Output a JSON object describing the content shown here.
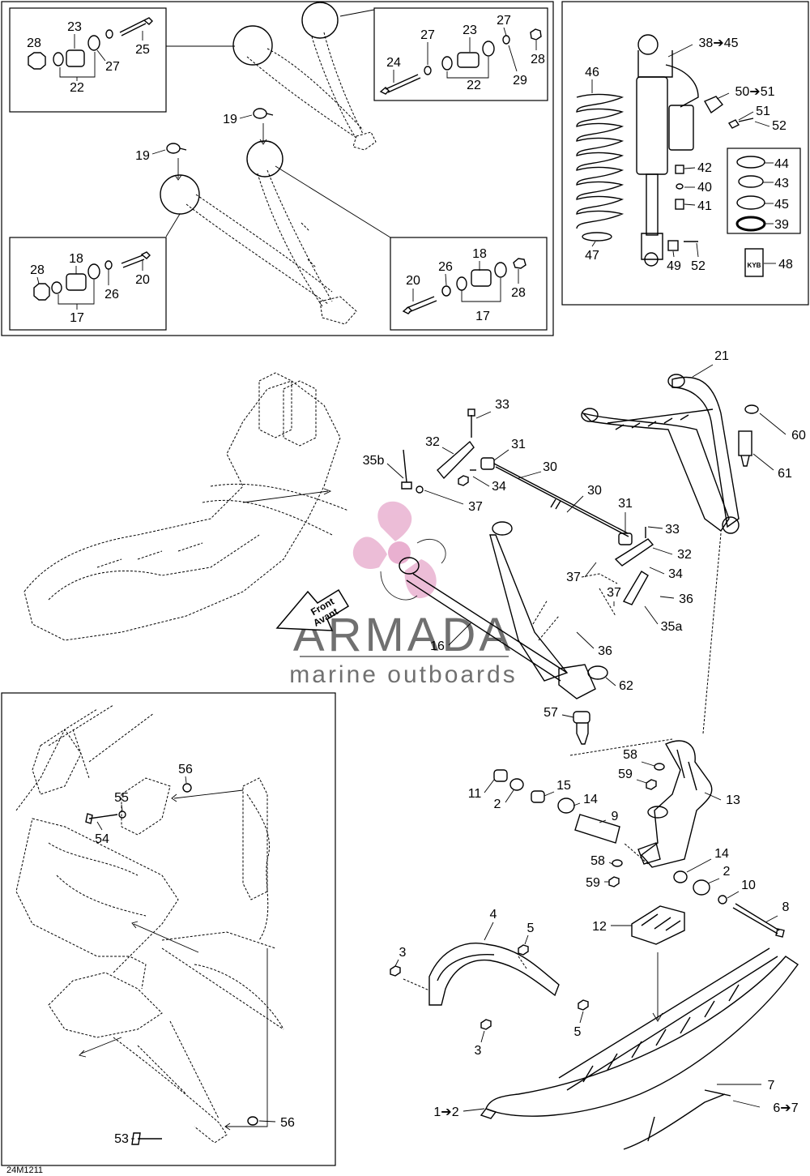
{
  "diagram_code": "24M1211",
  "watermark": {
    "brand": "ARMADA",
    "tagline": "marine outboards",
    "logo_color": "#e6a3c8",
    "text_color": "#3a3a3a"
  },
  "direction_arrow": {
    "line1": "Front",
    "line2": "Avant"
  },
  "callouts": {
    "tl_28": "28",
    "tl_23": "23",
    "tl_27": "27",
    "tl_25": "25",
    "tl_22": "22",
    "tr_27a": "27",
    "tr_23": "23",
    "tr_27b": "27",
    "tr_24": "24",
    "tr_28": "28",
    "tr_22": "22",
    "tr_29": "29",
    "c19a": "19",
    "c19b": "19",
    "bl_28": "28",
    "bl_18": "18",
    "bl_26": "26",
    "bl_20": "20",
    "bl_17": "17",
    "br_18": "18",
    "br_20": "20",
    "br_26": "26",
    "br_28": "28",
    "br_17": "17",
    "s38": "38➔45",
    "s46": "46",
    "s50": "50➔51",
    "s51": "51",
    "s52a": "52",
    "s44": "44",
    "s43": "43",
    "s45": "45",
    "s39": "39",
    "s42": "42",
    "s40": "40",
    "s41": "41",
    "s47": "47",
    "s49": "49",
    "s52b": "52",
    "s48": "48",
    "s48_logo": "KYB",
    "m21": "21",
    "m33a": "33",
    "m32a": "32",
    "m31a": "31",
    "m35b": "35b",
    "m30a": "30",
    "m34a": "34",
    "m37a": "37",
    "m60": "60",
    "m61": "61",
    "m30b": "30",
    "m31b": "31",
    "m33b": "33",
    "m32b": "32",
    "m37b": "37",
    "m34b": "34",
    "m37c": "37",
    "m36a": "36",
    "m35a": "35a",
    "m16": "16",
    "m36b": "36",
    "m62": "62",
    "m57": "57",
    "m58a": "58",
    "m59a": "59",
    "m13": "13",
    "m11": "11",
    "m15": "15",
    "m2a": "2",
    "m14a": "14",
    "m9": "9",
    "m58b": "58",
    "m59b": "59",
    "m14b": "14",
    "m2b": "2",
    "m10": "10",
    "m8": "8",
    "m12": "12",
    "m4": "4",
    "m5a": "5",
    "m3a": "3",
    "m5b": "5",
    "m3b": "3",
    "m7": "7",
    "m67": "6➔7",
    "m12range": "1➔2",
    "lb_56a": "56",
    "lb_55": "55",
    "lb_54": "54",
    "lb_53": "53",
    "lb_56b": "56"
  }
}
